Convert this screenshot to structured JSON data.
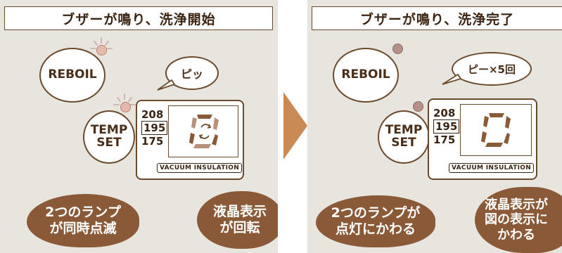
{
  "panels": [
    {
      "title": "ブザーが鳴り、洗浄開始",
      "reboil_label": "REBOIL",
      "temp_label": "TEMP\nSET",
      "sound": "ピッ",
      "temps": [
        "208",
        "195",
        "175"
      ],
      "vacuum_label": "VACUUM INSULATION",
      "note_left": "2つのランプ\nが同時点滅",
      "note_right": "液晶表示\nが回転"
    },
    {
      "title": "ブザーが鳴り、洗浄完了",
      "reboil_label": "REBOIL",
      "temp_label": "TEMP\nSET",
      "sound": "ピー×5回",
      "temps": [
        "208",
        "195",
        "175"
      ],
      "vacuum_label": "VACUUM INSULATION",
      "note_left": "2つのランプが\n点灯にかわる",
      "note_right": "液晶表示が\n図の表示に\nかわる"
    }
  ],
  "colors": {
    "accent_brown": "#8a5a38",
    "arrow": "#c98a55",
    "panel_bg": "#e8e4de"
  }
}
